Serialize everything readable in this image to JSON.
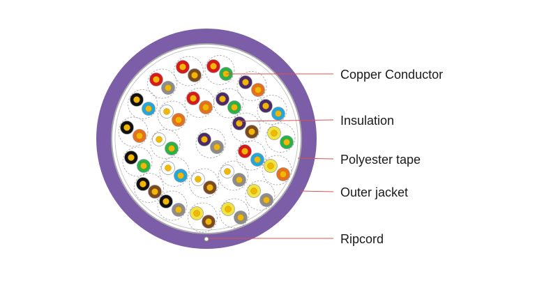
{
  "labels": {
    "copper": "Copper Conductor",
    "insulation": "Insulation",
    "tape": "Polyester tape",
    "jacket": "Outer jacket",
    "ripcord": "Ripcord"
  },
  "colors": {
    "jacket": "#7b5ea7",
    "tape": "#a9a9a9",
    "leader": "#d9534f",
    "conductor": "#f2b705",
    "pair_outline": "#a0a0a0"
  }
}
